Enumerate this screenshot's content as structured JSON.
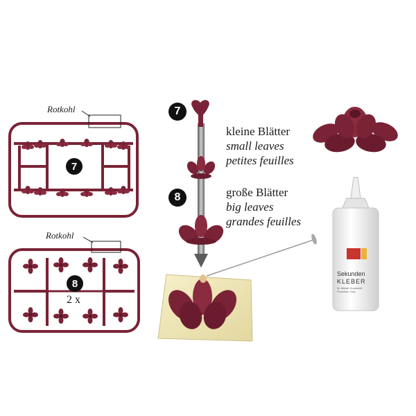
{
  "sprues": [
    {
      "label": "Rotkohl",
      "number": "7",
      "count": ""
    },
    {
      "label": "Rotkohl",
      "number": "8",
      "count": "2 x"
    }
  ],
  "steps": [
    {
      "number": "7",
      "de": "kleine Blätter",
      "en": "small leaves",
      "fr": "petites feuilles"
    },
    {
      "number": "8",
      "de": "große Blätter",
      "en": "big leaves",
      "fr": "grandes feuilles"
    }
  ],
  "glue": {
    "line1": "Sekunden",
    "line2": "KLEBER",
    "small": "für Metall, Kunststoff, Porzellan, Holz"
  },
  "colors": {
    "part": "#7a2336",
    "part_light": "#9c3a50",
    "base": "#efe6b8",
    "bottle": "#f2f2f2"
  }
}
